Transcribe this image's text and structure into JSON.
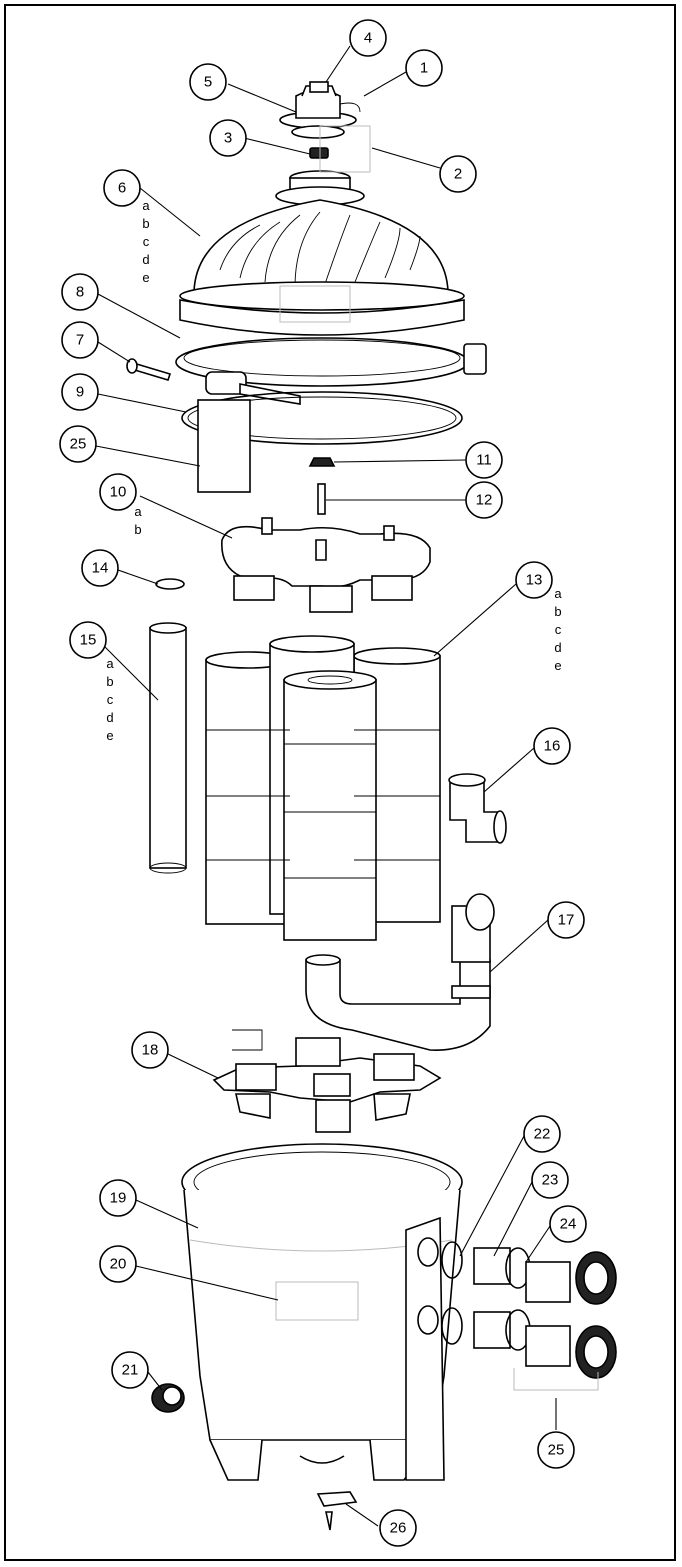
{
  "callouts": [
    {
      "id": "c4",
      "label": "4"
    },
    {
      "id": "c1",
      "label": "1"
    },
    {
      "id": "c5",
      "label": "5"
    },
    {
      "id": "c3",
      "label": "3"
    },
    {
      "id": "c2",
      "label": "2"
    },
    {
      "id": "c6",
      "label": "6"
    },
    {
      "id": "c8",
      "label": "8"
    },
    {
      "id": "c7",
      "label": "7"
    },
    {
      "id": "c9",
      "label": "9"
    },
    {
      "id": "c25a",
      "label": "25"
    },
    {
      "id": "c11",
      "label": "11"
    },
    {
      "id": "c12",
      "label": "12"
    },
    {
      "id": "c10",
      "label": "10"
    },
    {
      "id": "c14",
      "label": "14"
    },
    {
      "id": "c13",
      "label": "13"
    },
    {
      "id": "c15",
      "label": "15"
    },
    {
      "id": "c16",
      "label": "16"
    },
    {
      "id": "c17",
      "label": "17"
    },
    {
      "id": "c18",
      "label": "18"
    },
    {
      "id": "c22",
      "label": "22"
    },
    {
      "id": "c23",
      "label": "23"
    },
    {
      "id": "c19",
      "label": "19"
    },
    {
      "id": "c24",
      "label": "24"
    },
    {
      "id": "c20",
      "label": "20"
    },
    {
      "id": "c21",
      "label": "21"
    },
    {
      "id": "c25b",
      "label": "25"
    },
    {
      "id": "c26",
      "label": "26"
    }
  ],
  "variant_lists": [
    {
      "id": "v6",
      "letters": [
        "a",
        "b",
        "c",
        "d",
        "e"
      ]
    },
    {
      "id": "v10",
      "letters": [
        "a",
        "b"
      ]
    },
    {
      "id": "v13",
      "letters": [
        "a",
        "b",
        "c",
        "d",
        "e"
      ]
    },
    {
      "id": "v15",
      "letters": [
        "a",
        "b",
        "c",
        "d",
        "e"
      ]
    }
  ]
}
